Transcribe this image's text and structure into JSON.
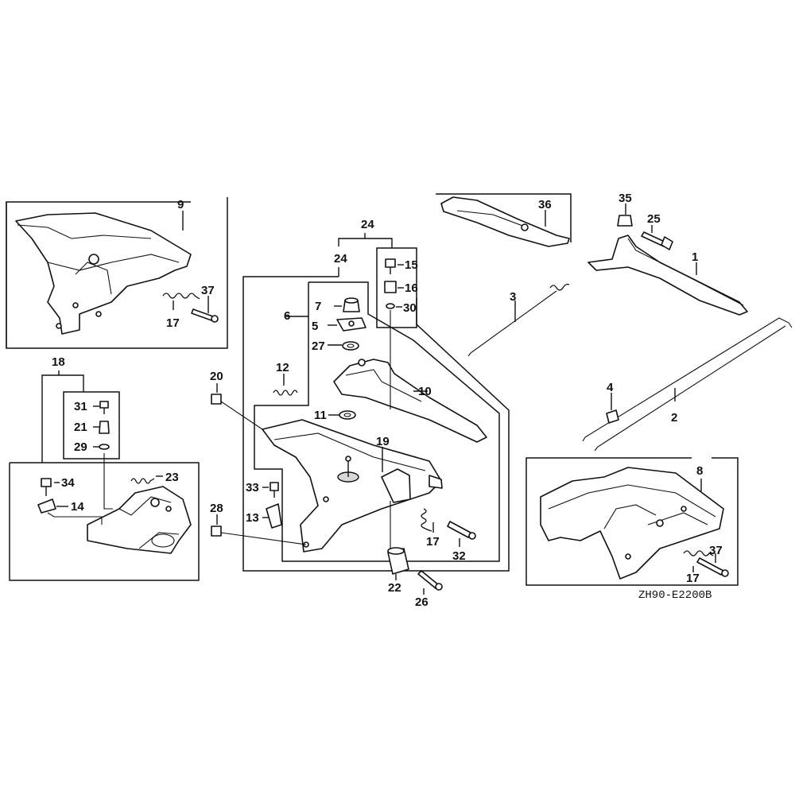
{
  "diagram": {
    "drawing_code": "ZH90-E2200B",
    "callouts": [
      {
        "id": "c9",
        "text": "9"
      },
      {
        "id": "c37a",
        "text": "37"
      },
      {
        "id": "c17a",
        "text": "17"
      },
      {
        "id": "c18",
        "text": "18"
      },
      {
        "id": "c31",
        "text": "31"
      },
      {
        "id": "c21",
        "text": "21"
      },
      {
        "id": "c29",
        "text": "29"
      },
      {
        "id": "c34",
        "text": "34"
      },
      {
        "id": "c14",
        "text": "14"
      },
      {
        "id": "c23",
        "text": "23"
      },
      {
        "id": "c24a",
        "text": "24"
      },
      {
        "id": "c24b",
        "text": "24"
      },
      {
        "id": "c6",
        "text": "6"
      },
      {
        "id": "c7",
        "text": "7"
      },
      {
        "id": "c5",
        "text": "5"
      },
      {
        "id": "c27",
        "text": "27"
      },
      {
        "id": "c12",
        "text": "12"
      },
      {
        "id": "c11",
        "text": "11"
      },
      {
        "id": "c19",
        "text": "19"
      },
      {
        "id": "c15",
        "text": "15"
      },
      {
        "id": "c16",
        "text": "16"
      },
      {
        "id": "c30",
        "text": "30"
      },
      {
        "id": "c20",
        "text": "20"
      },
      {
        "id": "c28",
        "text": "28"
      },
      {
        "id": "c10",
        "text": "10"
      },
      {
        "id": "c33",
        "text": "33"
      },
      {
        "id": "c13",
        "text": "13"
      },
      {
        "id": "c17b",
        "text": "17"
      },
      {
        "id": "c32",
        "text": "32"
      },
      {
        "id": "c22",
        "text": "22"
      },
      {
        "id": "c26",
        "text": "26"
      },
      {
        "id": "c36",
        "text": "36"
      },
      {
        "id": "c35",
        "text": "35"
      },
      {
        "id": "c25",
        "text": "25"
      },
      {
        "id": "c1",
        "text": "1"
      },
      {
        "id": "c3",
        "text": "3"
      },
      {
        "id": "c4",
        "text": "4"
      },
      {
        "id": "c2",
        "text": "2"
      },
      {
        "id": "c8",
        "text": "8"
      },
      {
        "id": "c37b",
        "text": "37"
      },
      {
        "id": "c17c",
        "text": "17"
      }
    ]
  }
}
